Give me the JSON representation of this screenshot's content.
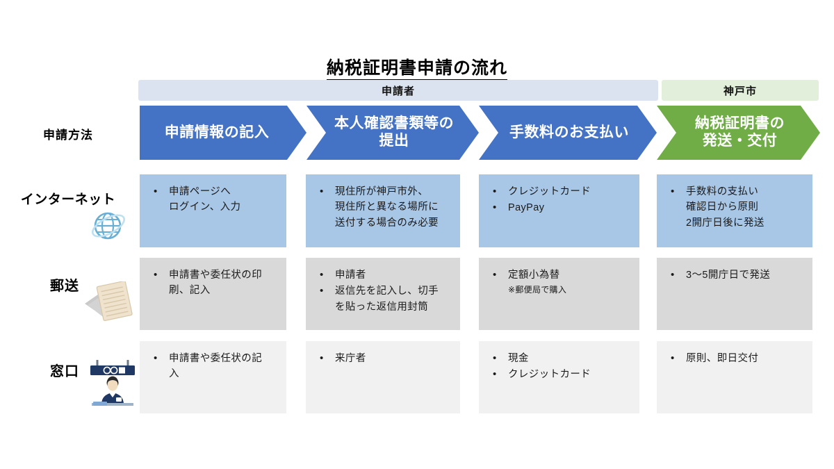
{
  "title": "納税証明書申請の流れ",
  "owner_bands": [
    {
      "label": "申請者",
      "color": "#DCE3F0"
    },
    {
      "label": "神戸市",
      "color": "#E2EFDA"
    }
  ],
  "steps": [
    {
      "label": "申請情報の記入",
      "color": "#4472C4"
    },
    {
      "label": "本人確認書類等の\n提出",
      "line1": "本人確認書類等の",
      "line2": "提出",
      "color": "#4472C4"
    },
    {
      "label": "手数料のお支払い",
      "color": "#4472C4"
    },
    {
      "label": "納税証明書の\n発送・交付",
      "line1": "納税証明書の",
      "line2": "発送・交付",
      "color": "#70AD47"
    }
  ],
  "row_header_label": "申請方法",
  "rows": [
    {
      "label": "インターネット",
      "icon": "globe-icon",
      "bg": "#A8C6E5",
      "cells": [
        {
          "bullets": [
            "申請ページへ\nログイン、入力"
          ],
          "lines": [
            [
              "申請ページへ",
              "ログイン、入力"
            ]
          ]
        },
        {
          "bullets": [
            "現住所が神戸市外、\n現住所と異なる場所に\n送付する場合のみ必要"
          ],
          "lines": [
            [
              "現住所が神戸市外、",
              "現住所と異なる場所に",
              "送付する場合のみ必要"
            ]
          ]
        },
        {
          "bullets": [
            "クレジットカード",
            "PayPay"
          ],
          "lines": [
            [
              "クレジットカード"
            ],
            [
              "PayPay"
            ]
          ]
        },
        {
          "bullets": [
            "手数料の支払い\n確認日から原則\n2開庁日後に発送"
          ],
          "lines": [
            [
              "手数料の支払い",
              "確認日から原則",
              "2開庁日後に発送"
            ]
          ]
        }
      ]
    },
    {
      "label": "郵送",
      "icon": "envelope-documents-icon",
      "bg": "#D9D9D9",
      "cells": [
        {
          "bullets": [
            "申請書や委任状の印\n刷、記入"
          ],
          "lines": [
            [
              "申請書や委任状の印",
              "刷、記入"
            ]
          ]
        },
        {
          "bullets": [
            "申請者",
            "返信先を記入し、切手\nを貼った返信用封筒"
          ],
          "lines": [
            [
              "申請者"
            ],
            [
              "返信先を記入し、切手",
              "を貼った返信用封筒"
            ]
          ]
        },
        {
          "bullets": [
            "定額小為替"
          ],
          "lines": [
            [
              "定額小為替"
            ]
          ],
          "note": "※郵便局で購入"
        },
        {
          "bullets": [
            "3〜5開庁日で発送"
          ],
          "lines": [
            [
              "3〜5開庁日で発送"
            ]
          ]
        }
      ]
    },
    {
      "label": "窓口",
      "icon": "service-counter-icon",
      "bg": "#F1F1F1",
      "cells": [
        {
          "bullets": [
            "申請書や委任状の記\n入"
          ],
          "lines": [
            [
              "申請書や委任状の記",
              "入"
            ]
          ]
        },
        {
          "bullets": [
            "来庁者"
          ],
          "lines": [
            [
              "来庁者"
            ]
          ]
        },
        {
          "bullets": [
            "現金",
            "クレジットカード"
          ],
          "lines": [
            [
              "現金"
            ],
            [
              "クレジットカード"
            ]
          ]
        },
        {
          "bullets": [
            "原則、即日交付"
          ],
          "lines": [
            [
              "原則、即日交付"
            ]
          ]
        }
      ]
    }
  ]
}
